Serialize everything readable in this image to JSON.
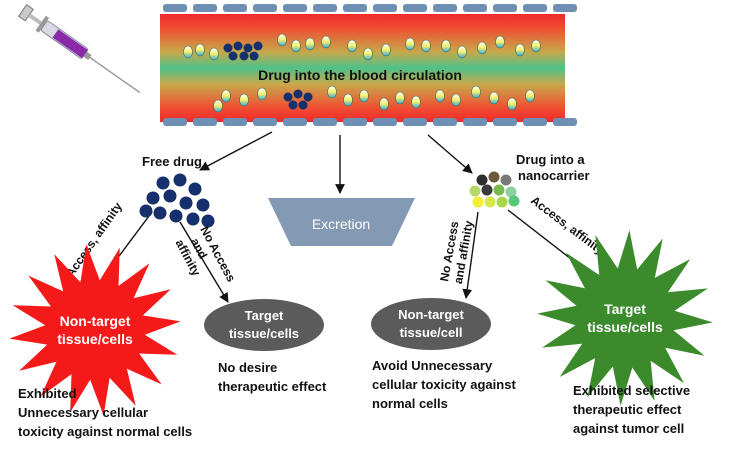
{
  "vessel": {
    "label": "Drug into the blood circulation"
  },
  "free_drug": {
    "label": "Free drug",
    "access_label": "Access, affinity",
    "no_access_lines": [
      "No Access",
      "and",
      "affinity"
    ]
  },
  "excretion": {
    "label": "Excretion"
  },
  "nanocarrier": {
    "label_lines": [
      "Drug into a",
      "nanocarrier"
    ],
    "no_access_lines": [
      "No Access",
      "and affinity"
    ],
    "access_label": "Access, affinity"
  },
  "outcomes": [
    {
      "shape_lines": [
        "Non-target",
        "tissue/cells"
      ],
      "caption_lines": [
        "Exhibited",
        "Unnecessary cellular",
        "toxicity against normal cells"
      ]
    },
    {
      "shape_lines": [
        "Target",
        "tissue/cells"
      ],
      "caption_lines": [
        "No desire",
        "therapeutic effect"
      ]
    },
    {
      "shape_lines": [
        "Non-target",
        "tissue/cell"
      ],
      "caption_lines": [
        "Avoid Unnecessary",
        "cellular toxicity against",
        "normal cells"
      ]
    },
    {
      "shape_lines": [
        "Target",
        "tissue/cells"
      ],
      "caption_lines": [
        "Exhibited selective",
        "therapeutic effect",
        "against tumor cell"
      ]
    }
  ],
  "colors": {
    "vessel_wall": "#f02a2a",
    "vessel_core": "#4ec28a",
    "vessel_tile": "#6f8fb4",
    "drug_navy": "#16306e",
    "excretion_fill": "#8499b3",
    "ellipse_fill": "#5b5b5b",
    "star_red": "#f51a1a",
    "star_green": "#3b8b2c",
    "arrow": "#111111"
  },
  "icons": {
    "syringe": "syringe-icon"
  }
}
